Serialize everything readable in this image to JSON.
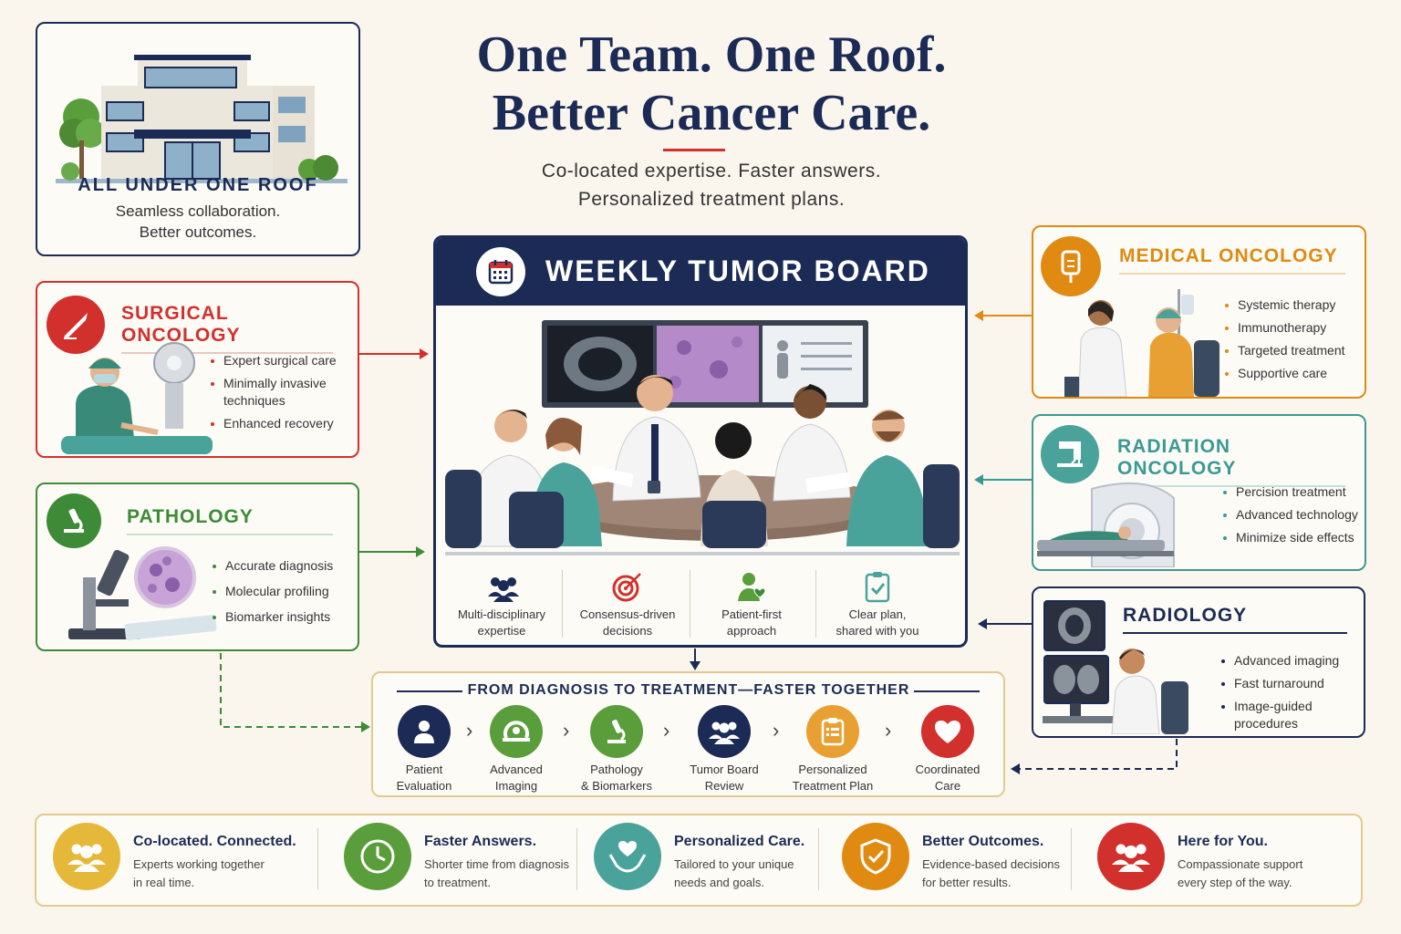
{
  "header": {
    "title_line1": "One Team. One Roof.",
    "title_line2": "Better Cancer Care.",
    "subtitle_line1": "Co-located expertise. Faster answers.",
    "subtitle_line2": "Personalized treatment plans."
  },
  "roof_card": {
    "heading": "ALL UNDER ONE ROOF",
    "line1": "Seamless collaboration.",
    "line2": "Better outcomes."
  },
  "surgical": {
    "title": "SURGICAL ONCOLOGY",
    "color": "#d2302c",
    "items": [
      "Expert surgical care",
      "Minimally invasive techniques",
      "Enhanced recovery"
    ]
  },
  "pathology": {
    "title": "PATHOLOGY",
    "color": "#3d8b37",
    "items": [
      "Accurate diagnosis",
      "Molecular profiling",
      "Biomarker insights"
    ]
  },
  "medical": {
    "title": "MEDICAL ONCOLOGY",
    "color": "#e08a12",
    "items": [
      "Systemic therapy",
      "Immunotherapy",
      "Targeted treatment",
      "Supportive care"
    ]
  },
  "radiation": {
    "title": "RADIATION ONCOLOGY",
    "color": "#3a9a92",
    "items": [
      "Percision treatment",
      "Advanced technology",
      "Minimize side effects"
    ]
  },
  "radiology": {
    "title": "RADIOLOGY",
    "color": "#1b2b55",
    "items": [
      "Advanced imaging",
      "Fast turnaround",
      "Image-guided procedures"
    ]
  },
  "tumor_board": {
    "title": "WEEKLY TUMOR BOARD",
    "features": [
      {
        "l1": "Multi-disciplinary",
        "l2": "expertise"
      },
      {
        "l1": "Consensus-driven",
        "l2": "decisions"
      },
      {
        "l1": "Patient-first",
        "l2": "approach"
      },
      {
        "l1": "Clear plan,",
        "l2": "shared with you"
      }
    ]
  },
  "pathway": {
    "title": "FROM DIAGNOSIS TO TREATMENT—FASTER TOGETHER",
    "steps": [
      {
        "l1": "Patient",
        "l2": "Evaluation",
        "color": "#1b2b55"
      },
      {
        "l1": "Advanced",
        "l2": "Imaging",
        "color": "#5a9e3c"
      },
      {
        "l1": "Pathology",
        "l2": "& Biomarkers",
        "color": "#5a9e3c"
      },
      {
        "l1": "Tumor Board",
        "l2": "Review",
        "color": "#1b2b55"
      },
      {
        "l1": "Personalized",
        "l2": "Treatment Plan",
        "color": "#e9a033"
      },
      {
        "l1": "Coordinated",
        "l2": "Care",
        "color": "#d2302c"
      }
    ]
  },
  "benefits": [
    {
      "h": "Co-located. Connected.",
      "t": "Experts working together in real time.",
      "color": "#e6b83a"
    },
    {
      "h": "Faster Answers.",
      "t": "Shorter time from diagnosis to treatment.",
      "color": "#5a9e3c"
    },
    {
      "h": "Personalized Care.",
      "t": "Tailored to your unique needs and goals.",
      "color": "#4aa39a"
    },
    {
      "h": "Better Outcomes.",
      "t": "Evidence-based decisions for better results.",
      "color": "#e08a12"
    },
    {
      "h": "Here for You.",
      "t": "Compassionate support every step of the way.",
      "color": "#d2302c"
    }
  ]
}
